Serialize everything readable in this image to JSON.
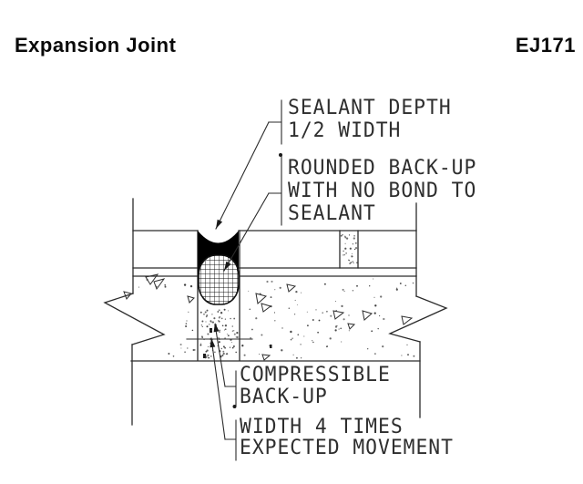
{
  "header": {
    "title": "Expansion Joint",
    "code": "EJ171"
  },
  "diagram": {
    "labels": {
      "sealant_depth": {
        "lines": [
          "SEALANT DEPTH",
          "1/2 WIDTH"
        ]
      },
      "rounded_backup": {
        "lines": [
          "ROUNDED BACK-UP",
          "WITH NO BOND TO",
          "SEALANT"
        ]
      },
      "compressible_backup": {
        "lines": [
          "COMPRESSIBLE",
          "BACK-UP"
        ]
      },
      "width_note": {
        "lines": [
          "WIDTH 4 TIMES",
          "EXPECTED MOVEMENT"
        ]
      }
    },
    "colors": {
      "line": "#2b2b2b",
      "sealant_fill": "#000000",
      "text": "#2e2e2e",
      "background": "#ffffff"
    }
  }
}
